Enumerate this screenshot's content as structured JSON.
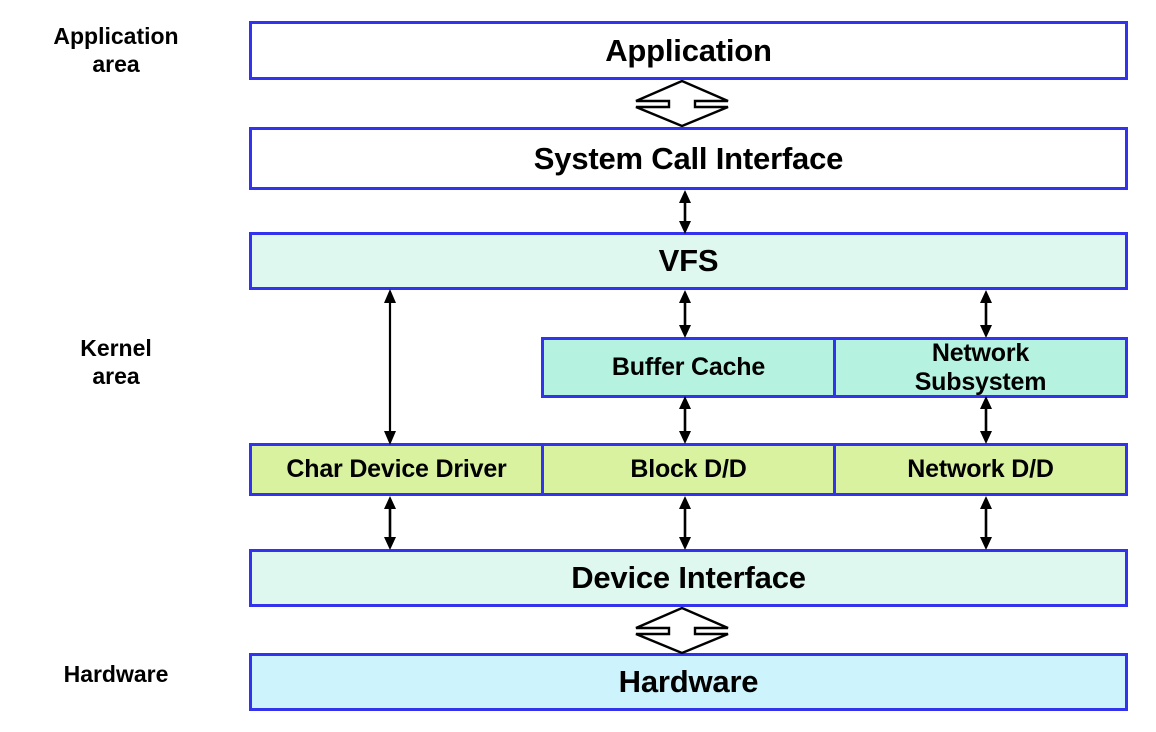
{
  "diagram": {
    "title": "Linux kernel I/O layering diagram",
    "colors": {
      "border": "#3333ee",
      "white": "#ffffff",
      "mint": "#dff8ef",
      "aqua": "#b6f2e0",
      "green": "#d9f2a0",
      "cyan": "#cdf4fc",
      "arrow": "#000000"
    },
    "area_labels": [
      {
        "id": "application-area",
        "text": "Application\narea"
      },
      {
        "id": "kernel-area",
        "text": "Kernel\narea"
      },
      {
        "id": "hardware-area",
        "text": "Hardware"
      }
    ],
    "boxes": [
      {
        "id": "application",
        "label": "Application",
        "fill": "white"
      },
      {
        "id": "system-call-interface",
        "label": "System Call Interface",
        "fill": "white"
      },
      {
        "id": "vfs",
        "label": "VFS",
        "fill": "mint"
      },
      {
        "id": "buffer-cache",
        "label": "Buffer Cache",
        "fill": "aqua"
      },
      {
        "id": "network-subsystem",
        "label": "Network\nSubsystem",
        "fill": "aqua"
      },
      {
        "id": "char-device-driver",
        "label": "Char Device Driver",
        "fill": "green"
      },
      {
        "id": "block-dd",
        "label": "Block D/D",
        "fill": "green"
      },
      {
        "id": "network-dd",
        "label": "Network D/D",
        "fill": "green"
      },
      {
        "id": "device-interface",
        "label": "Device Interface",
        "fill": "mint"
      },
      {
        "id": "hardware",
        "label": "Hardware",
        "fill": "cyan"
      }
    ],
    "connectors": [
      {
        "id": "application-to-system-call-interface",
        "style": "block-double-arrow",
        "from": "application",
        "to": "system-call-interface"
      },
      {
        "id": "system-call-interface-to-vfs",
        "style": "thin-double-arrow",
        "from": "system-call-interface",
        "to": "vfs"
      },
      {
        "id": "vfs-to-char-device-driver",
        "style": "thin-double-arrow",
        "from": "vfs",
        "to": "char-device-driver"
      },
      {
        "id": "vfs-to-buffer-cache",
        "style": "thin-double-arrow",
        "from": "vfs",
        "to": "buffer-cache"
      },
      {
        "id": "vfs-to-network-subsystem",
        "style": "thin-double-arrow",
        "from": "vfs",
        "to": "network-subsystem"
      },
      {
        "id": "buffer-cache-to-block-dd",
        "style": "thin-double-arrow",
        "from": "buffer-cache",
        "to": "block-dd"
      },
      {
        "id": "network-subsystem-to-network-dd",
        "style": "thin-double-arrow",
        "from": "network-subsystem",
        "to": "network-dd"
      },
      {
        "id": "char-device-driver-to-device-interface",
        "style": "thin-double-arrow",
        "from": "char-device-driver",
        "to": "device-interface"
      },
      {
        "id": "block-dd-to-device-interface",
        "style": "thin-double-arrow",
        "from": "block-dd",
        "to": "device-interface"
      },
      {
        "id": "network-dd-to-device-interface",
        "style": "thin-double-arrow",
        "from": "network-dd",
        "to": "device-interface"
      },
      {
        "id": "device-interface-to-hardware",
        "style": "block-double-arrow",
        "from": "device-interface",
        "to": "hardware"
      }
    ]
  }
}
